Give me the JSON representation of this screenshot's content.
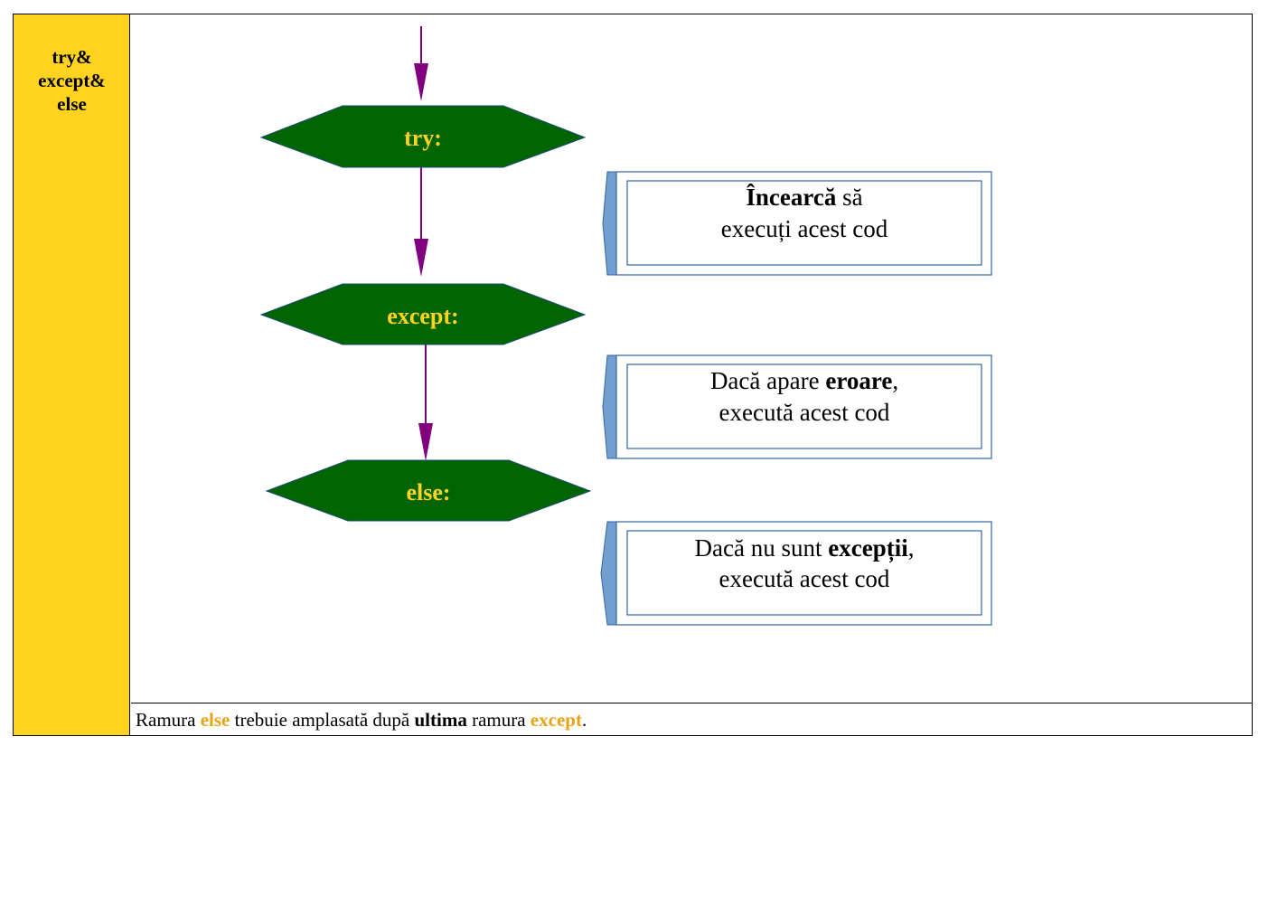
{
  "side_label": "try&\nexcept&\nelse",
  "steps": [
    {
      "keyword": "try:",
      "desc_bold": "Încearcă",
      "desc_pre": "",
      "desc_post": " să",
      "desc_line2": "execuți acest cod"
    },
    {
      "keyword": "except:",
      "desc_pre": "Dacă apare ",
      "desc_bold": "eroare",
      "desc_post": ",",
      "desc_line2": "execută acest cod"
    },
    {
      "keyword": "else:",
      "desc_pre": "Dacă nu sunt ",
      "desc_bold": "excepții",
      "desc_post": ",",
      "desc_line2": "execută acest cod"
    }
  ],
  "note": {
    "p1": "Ramura ",
    "kw1": "else",
    "p2": " trebuie amplasată după ",
    "bold": "ultima",
    "p3": " ramura ",
    "kw2": "except",
    "p4": "."
  },
  "colors": {
    "side": "#ffd320",
    "hexagon": "#006400",
    "keyword": "#ffd320",
    "arrow": "#800080",
    "box_border": "#3465a4",
    "box_tab": "#729fcf",
    "note_keyword": "#e8a317"
  }
}
